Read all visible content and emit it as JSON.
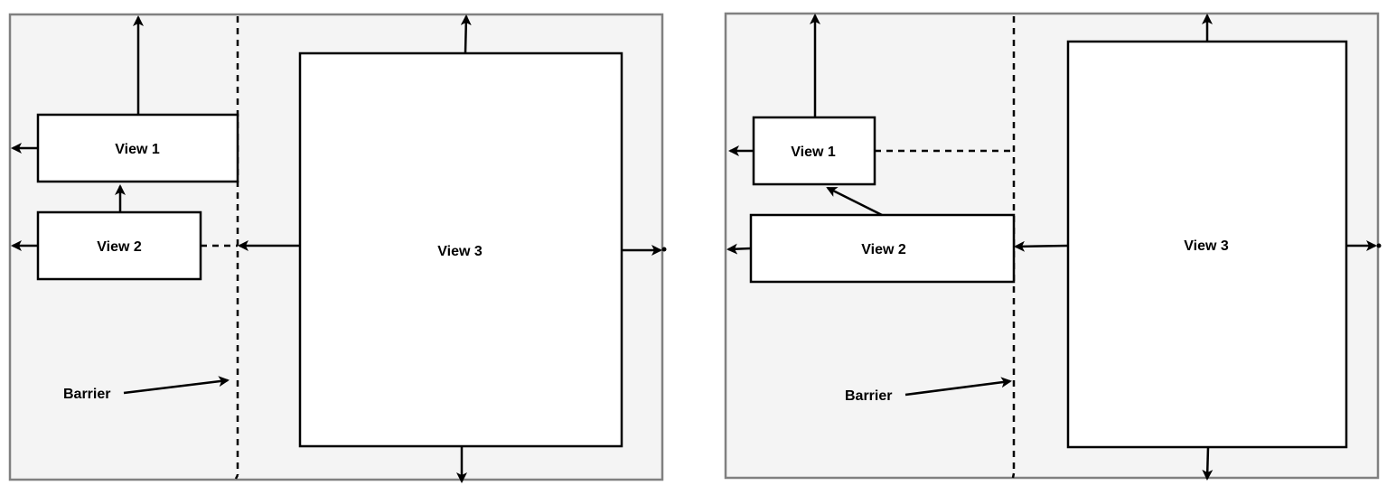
{
  "diagrams": [
    {
      "name": "constraint-layout-left",
      "views": [
        {
          "id": "view1",
          "label": "View 1"
        },
        {
          "id": "view2",
          "label": "View 2"
        },
        {
          "id": "view3",
          "label": "View 3"
        }
      ],
      "barrier_label": "Barrier"
    },
    {
      "name": "constraint-layout-right",
      "views": [
        {
          "id": "view1",
          "label": "View 1"
        },
        {
          "id": "view2",
          "label": "View 2"
        },
        {
          "id": "view3",
          "label": "View 3"
        }
      ],
      "barrier_label": "Barrier"
    }
  ],
  "colors": {
    "panel_fill": "#f4f4f4",
    "panel_stroke": "#808080",
    "box_fill": "#ffffff",
    "line": "#000000"
  }
}
